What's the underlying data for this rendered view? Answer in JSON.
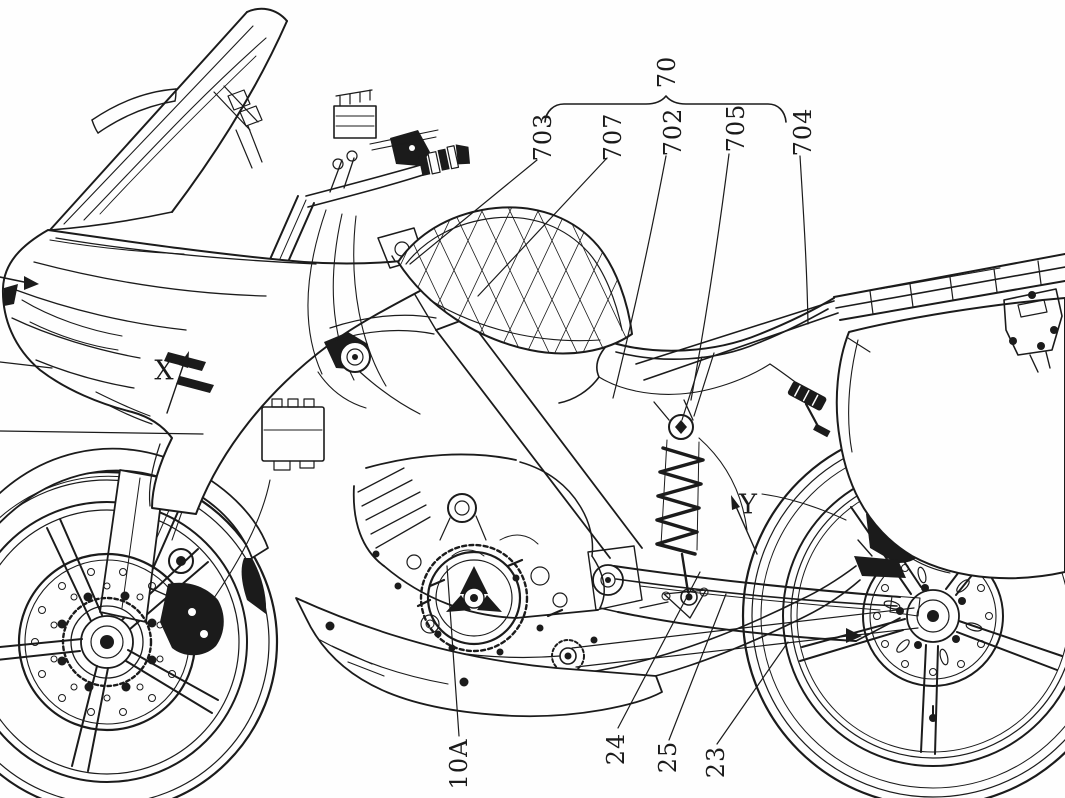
{
  "figure": {
    "type": "patent-line-drawing",
    "subject": "motorcycle-side-view",
    "background_color": "#fefefe",
    "line_color": "#1b1b1b",
    "group_label": {
      "text": "70"
    },
    "reference_labels": {
      "l703": {
        "text": "703"
      },
      "l707": {
        "text": "707"
      },
      "l702": {
        "text": "702"
      },
      "l705": {
        "text": "705"
      },
      "l704": {
        "text": "704"
      },
      "l10A": {
        "text": "10A"
      },
      "l24": {
        "text": "24"
      },
      "l25": {
        "text": "25"
      },
      "l23": {
        "text": "23"
      }
    },
    "direction_arrows": {
      "x": {
        "text": "X"
      },
      "y": {
        "text": "Y"
      }
    }
  }
}
